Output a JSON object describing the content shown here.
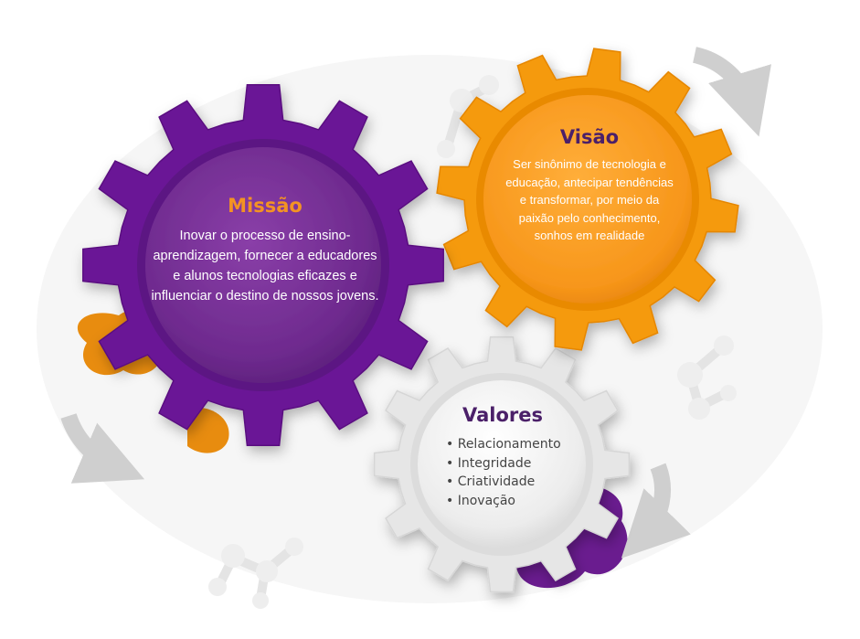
{
  "missao": {
    "title": "Missão",
    "description": "Inovar o processo de ensino-aprendizagem, fornecer a educadores e alunos tecnologias eficazes e influenciar o destino de nossos jovens."
  },
  "visao": {
    "title": "Visão",
    "description": "Ser sinônimo de tecnologia e educação, antecipar tendências e transformar, por meio da paixão pelo conhecimento, sonhos em realidade"
  },
  "valores": {
    "title": "Valores",
    "items": [
      "Relacionamento",
      "Integridade",
      "Criatividade",
      "Inovação"
    ]
  },
  "colors": {
    "purple_gear": "#6a1596",
    "orange_gear": "#f59a0c",
    "silver_gear": "#e3e3e3",
    "missao_title": "#f39323",
    "visao_title": "#4b2069",
    "valores_title": "#4b2069",
    "arrow": "#cfcfcf"
  },
  "icons": [
    "circular-arrow-icon",
    "molecule-icon",
    "gear-icon"
  ]
}
